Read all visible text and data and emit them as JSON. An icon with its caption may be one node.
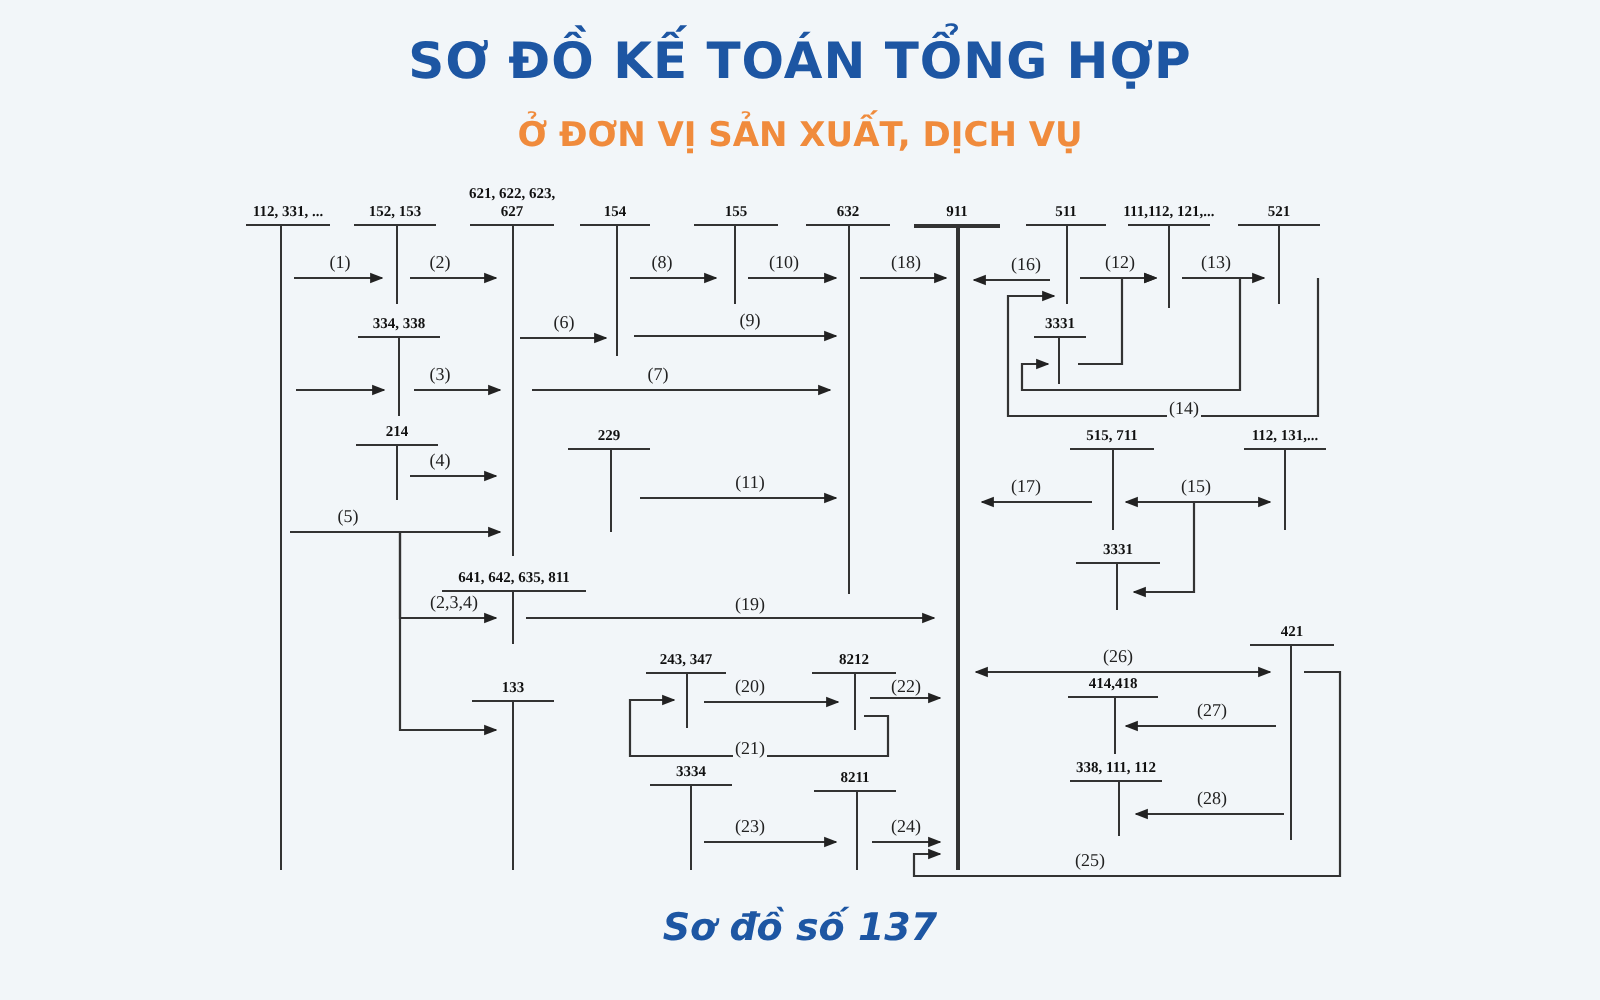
{
  "diagram": {
    "title": "SƠ ĐỒ KẾ TOÁN TỔNG HỢP",
    "caption": "Sơ đồ số 137",
    "nodes": [
      {
        "text": [
          "112, 331, ..."
        ]
      },
      {
        "text": [
          "152, 153"
        ]
      },
      {
        "text": [
          "621, 622, 623, 627"
        ]
      },
      {
        "text": [
          "154"
        ]
      },
      {
        "text": [
          "155"
        ]
      },
      {
        "text": [
          "632"
        ]
      },
      {
        "text": [
          "911"
        ]
      },
      {
        "text": [
          "511"
        ]
      },
      {
        "text": [
          "111,112, 121,..."
        ]
      },
      {
        "text": [
          "521"
        ]
      },
      {
        "text": [
          "334, 338"
        ]
      },
      {
        "text": [
          "3331"
        ]
      },
      {
        "text": [
          "214"
        ]
      },
      {
        "text": [
          "229"
        ]
      },
      {
        "text": [
          "515, 711"
        ]
      },
      {
        "text": [
          "112, 131,..."
        ]
      },
      {
        "text": [
          "3331"
        ]
      },
      {
        "text": [
          "641, 642, 635, 811"
        ]
      },
      {
        "text": [
          "133"
        ]
      },
      {
        "text": [
          "243, 347"
        ]
      },
      {
        "text": [
          "8212"
        ]
      },
      {
        "text": [
          "421"
        ]
      },
      {
        "text": [
          "414,418"
        ]
      },
      {
        "text": [
          "3334"
        ]
      },
      {
        "text": [
          "8211"
        ]
      },
      {
        "text": [
          "338, 111, 112"
        ]
      }
    ],
    "edges": [
      {
        "from": 0,
        "to": 1,
        "arrow": "to",
        "label": "(1)"
      },
      {
        "from": 1,
        "to": 2,
        "arrow": "to",
        "label": "(2)"
      },
      {
        "from": 3,
        "to": 4,
        "arrow": "to",
        "label": "(8)"
      },
      {
        "from": 4,
        "to": 5,
        "arrow": "to",
        "label": "(10)"
      },
      {
        "from": 5,
        "to": 6,
        "arrow": "to",
        "label": "(18)"
      },
      {
        "from": 7,
        "to": 6,
        "arrow": "to",
        "label": "(16)"
      },
      {
        "from": 7,
        "to": 8,
        "arrow": "to",
        "label": "(12)"
      },
      {
        "from": 8,
        "to": 9,
        "arrow": "to",
        "label": "(13)"
      },
      {
        "from": 11,
        "to": 8,
        "arrow": "to"
      },
      {
        "from": 8,
        "to": 11,
        "arrow": "to"
      },
      {
        "from": 9,
        "to": 7,
        "arrow": "to",
        "label": "(14)"
      },
      {
        "from": 2,
        "to": 3,
        "arrow": "to",
        "label": "(6)"
      },
      {
        "from": 3,
        "to": 5,
        "arrow": "to",
        "label": "(9)"
      },
      {
        "from": 0,
        "to": 10,
        "arrow": "to"
      },
      {
        "from": 10,
        "to": 2,
        "arrow": "to",
        "label": "(3)"
      },
      {
        "from": 2,
        "to": 5,
        "arrow": "to",
        "label": "(7)"
      },
      {
        "from": 12,
        "to": 2,
        "arrow": "to",
        "label": "(4)"
      },
      {
        "from": 13,
        "to": 5,
        "arrow": "to",
        "label": "(11)"
      },
      {
        "from": 0,
        "to": 2,
        "arrow": "to",
        "label": "(5)"
      },
      {
        "from": 0,
        "to": 17,
        "arrow": "to",
        "label": "(2,3,4)"
      },
      {
        "from": 0,
        "to": 18,
        "arrow": "to"
      },
      {
        "from": 17,
        "to": 6,
        "arrow": "to",
        "label": "(19)"
      },
      {
        "from": 14,
        "to": 6,
        "arrow": "to",
        "label": "(17)"
      },
      {
        "from": 14,
        "to": 15,
        "arrow": "both",
        "label": "(15)"
      },
      {
        "from": 14,
        "to": 16,
        "arrow": "to"
      },
      {
        "from": 6,
        "to": 21,
        "arrow": "both",
        "label": "(26)"
      },
      {
        "from": 21,
        "to": 22,
        "arrow": "to",
        "label": "(27)"
      },
      {
        "from": 21,
        "to": 25,
        "arrow": "to",
        "label": "(28)"
      },
      {
        "from": 21,
        "to": 6,
        "arrow": "to",
        "label": "(25)"
      },
      {
        "from": 19,
        "to": 20,
        "arrow": "to",
        "label": "(20)"
      },
      {
        "from": 20,
        "to": 19,
        "arrow": "to",
        "label": "(21)"
      },
      {
        "from": 20,
        "to": 6,
        "arrow": "to",
        "label": "(22)"
      },
      {
        "from": 23,
        "to": 24,
        "arrow": "to",
        "label": "(23)"
      },
      {
        "from": 24,
        "to": 6,
        "arrow": "to",
        "label": "(24)"
      }
    ],
    "labels": [
      "Ở ĐƠN VỊ SẢN XUẤT, DỊCH VỤ"
    ]
  }
}
